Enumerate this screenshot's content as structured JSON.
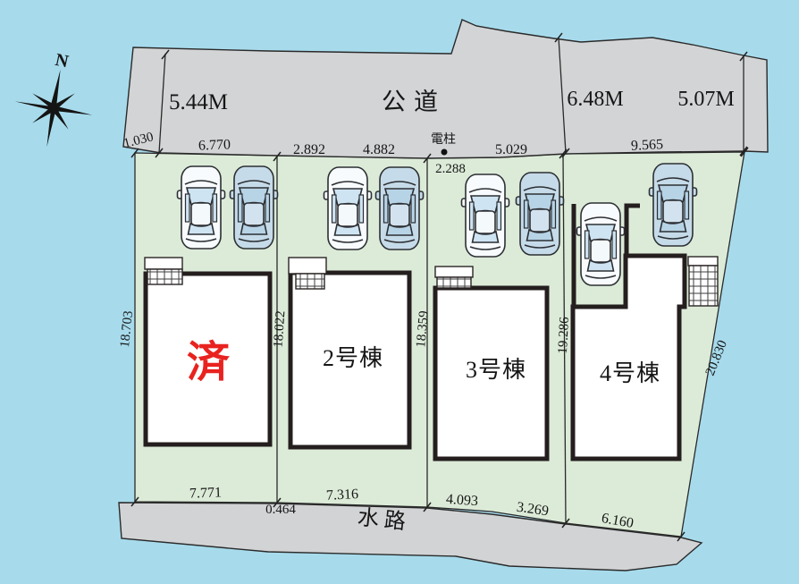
{
  "compass": {
    "north": "N"
  },
  "road": {
    "label": "公道",
    "width_left": "5.44M",
    "width_mid": "6.48M",
    "width_right": "5.07M"
  },
  "waterway": {
    "label": "水路"
  },
  "pole": {
    "label": "電柱"
  },
  "dims": {
    "top": [
      "1.030",
      "6.770",
      "2.892",
      "4.882",
      "2.288",
      "5.029",
      "9.565"
    ],
    "side": [
      "18.703",
      "18.022",
      "18.359",
      "19.286",
      "20.830"
    ],
    "bottom": [
      "7.771",
      "0.464",
      "7.316",
      "4.093",
      "3.269",
      "6.160"
    ]
  },
  "lots": [
    {
      "label": "済"
    },
    {
      "label": "2号棟"
    },
    {
      "label": "3号棟"
    },
    {
      "label": "4号棟"
    }
  ],
  "colors": {
    "background": "#a7dbec",
    "road_gray": "#d3d4d6",
    "lot_green": "#dcebd8",
    "building_outline": "#241e1e",
    "sold_red": "#e8231f"
  }
}
